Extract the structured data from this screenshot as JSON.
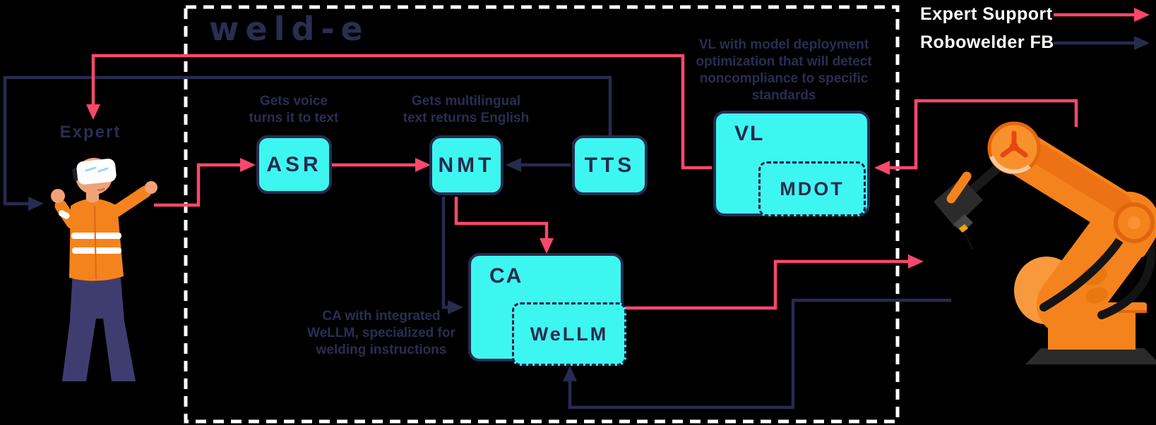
{
  "diagram_title": "weld-e",
  "legend": {
    "items": [
      {
        "label": "Expert Support",
        "color": "#F9486B"
      },
      {
        "label": "Robowelder FB",
        "color": "#272B4F"
      }
    ]
  },
  "actors": {
    "expert": {
      "label": "Expert"
    }
  },
  "nodes": {
    "asr": {
      "label": "ASR",
      "note": "Gets voice\nturns it to text"
    },
    "nmt": {
      "label": "NMT",
      "note": "Gets multilingual\ntext returns English"
    },
    "tts": {
      "label": "TTS"
    },
    "vl": {
      "label": "VL",
      "note": "VL with model deployment\noptimization that will detect\nnoncompliance to specific\nstandards"
    },
    "mdot": {
      "label": "MDOT"
    },
    "ca": {
      "label": "CA",
      "note": "CA with integrated\nWeLLM, specialized for\nwelding instructions"
    },
    "wellm": {
      "label": "WeLLM"
    }
  },
  "colors": {
    "background": "#000000",
    "node_fill": "#3EF6F0",
    "outline_navy": "#272B4F",
    "expert_support_pink": "#F9486B",
    "robowelder_fb_navy": "#272B4F",
    "dashed_boundary_white": "#FFFFFF",
    "robot_orange": "#F5831D",
    "legend_text_white": "#FFFFFF"
  }
}
